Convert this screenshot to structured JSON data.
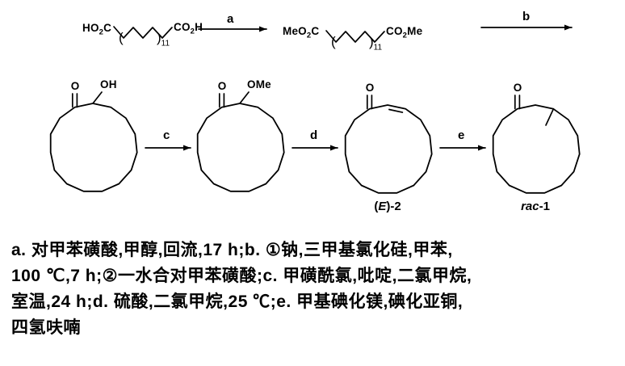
{
  "scheme": {
    "top": {
      "step_a": "a",
      "step_b": "b",
      "diacid": {
        "left": {
          "p1": "HO",
          "sub": "2",
          "p2": "C"
        },
        "right": {
          "p1": "CO",
          "sub": "2",
          "p2": "H"
        },
        "bracket_open": "(",
        "bracket_close": ")",
        "repeat": "11"
      },
      "diester": {
        "left": {
          "p1": "MeO",
          "sub": "2",
          "p2": "C"
        },
        "right": {
          "p1": "CO",
          "sub": "2",
          "p2": "Me"
        },
        "bracket_open": "(",
        "bracket_close": ")",
        "repeat": "11"
      }
    },
    "middle": {
      "step_c": "c",
      "step_d": "d",
      "step_e": "e",
      "ring1": {
        "carbonyl": "O",
        "substituent": "OH"
      },
      "ring2": {
        "carbonyl": "O",
        "substituent": "OMe"
      },
      "ring3": {
        "carbonyl": "O",
        "label_p1": "(",
        "label_e": "E",
        "label_p2": ")-2"
      },
      "ring4": {
        "carbonyl": "O",
        "label_i": "rac",
        "label_p2": "-1"
      }
    },
    "conditions": {
      "line1": "a. 对甲苯磺酸,甲醇,回流,17 h;b. ①钠,三甲基氯化硅,甲苯,",
      "line2": "100 ℃,7 h;②一水合对甲苯磺酸;c. 甲磺酰氯,吡啶,二氯甲烷,",
      "line3": "室温,24 h;d. 硫酸,二氯甲烷,25 ℃;e. 甲基碘化镁,碘化亚铜,",
      "line4": "四氢呋喃"
    }
  },
  "colors": {
    "ink": "#000000",
    "background": "#ffffff"
  }
}
